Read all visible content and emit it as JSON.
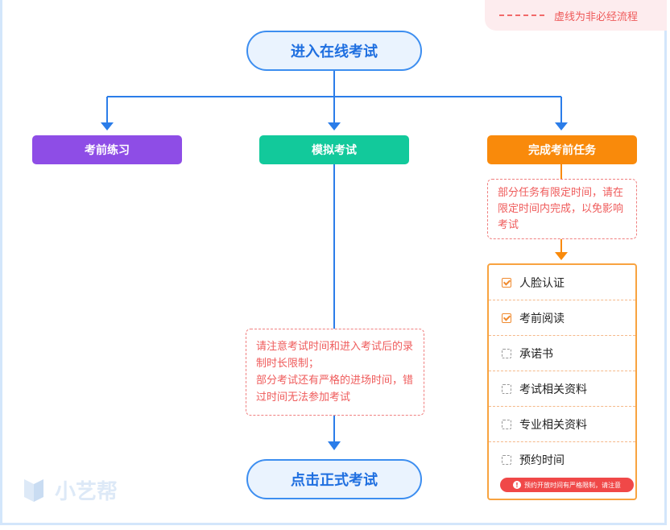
{
  "legend": {
    "text": "虚线为非必经流程"
  },
  "start": {
    "label": "进入在线考试"
  },
  "branches": {
    "practice": {
      "label": "考前练习",
      "color": "#8e4de6"
    },
    "mock": {
      "label": "模拟考试",
      "color": "#12c99b"
    },
    "tasks": {
      "label": "完成考前任务",
      "color": "#f98a0b"
    }
  },
  "task_note": {
    "text": "部分任务有限定时间，请在限定时间内完成，以免影响考试"
  },
  "exam_note": {
    "line1": "请注意考试时间和进入考试后的录制时长限制；",
    "line2": "部分考试还有严格的进场时间，错过时间无法参加考试"
  },
  "end": {
    "label": "点击正式考试"
  },
  "tasks": [
    {
      "label": "人脸认证",
      "checked": true
    },
    {
      "label": "考前阅读",
      "checked": true
    },
    {
      "label": "承诺书",
      "checked": false
    },
    {
      "label": "考试相关资料",
      "checked": false
    },
    {
      "label": "专业相关资料",
      "checked": false
    },
    {
      "label": "预约时间",
      "checked": false
    }
  ],
  "warning": {
    "icon": "!",
    "text": "预约开放时间有严格限制，请注意"
  },
  "brand": {
    "name": "小艺帮"
  },
  "colors": {
    "accent": "#3d8ef0",
    "note": "#ef5b5b",
    "panel": "#f8a340"
  }
}
